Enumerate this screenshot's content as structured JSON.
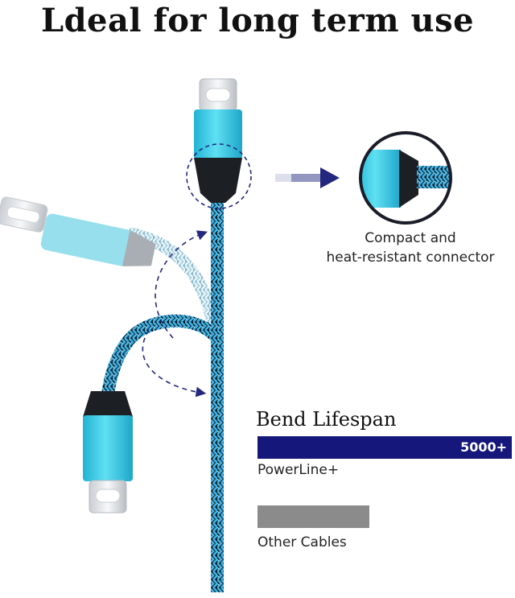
{
  "title": "Ldeal for long term use",
  "callout": {
    "line1": "Compact and",
    "line2": "heat-resistant connector"
  },
  "bend": {
    "title": "Bend Lifespan",
    "bars": [
      {
        "label": "PowerLine+",
        "value_text": "5000+",
        "color": "#15177a"
      },
      {
        "label": "Other Cables",
        "value_text": "",
        "color": "#8b8b8b"
      }
    ]
  },
  "colors": {
    "connector": "#36c6e0",
    "braid_dark": "#141a24",
    "braid_light": "#3fb5e6",
    "arrow": "#23277e"
  }
}
